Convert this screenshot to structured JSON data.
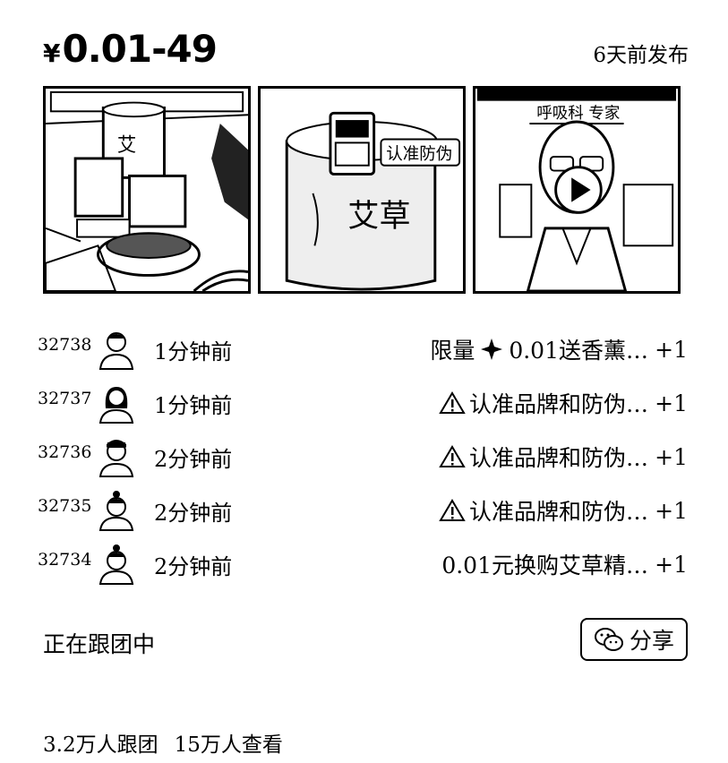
{
  "price": {
    "currency": "¥",
    "range": "0.01-49"
  },
  "posted": "6天前发布",
  "thumbnails": [
    {
      "name": "product-photo-1"
    },
    {
      "name": "product-photo-2",
      "badge": "认准防伪",
      "jar_text": "艾草"
    },
    {
      "name": "video-thumb",
      "has_play": true,
      "caption": "呼吸科 专家"
    }
  ],
  "orders": [
    {
      "num": "32738",
      "time": "1分钟前",
      "desc": "0.01送香薰…",
      "prefix": "限量",
      "icon": "sparkle-icon",
      "plus": "+1"
    },
    {
      "num": "32737",
      "time": "1分钟前",
      "desc": "认准品牌和防伪…",
      "prefix": "",
      "icon": "warning-icon",
      "plus": "+1"
    },
    {
      "num": "32736",
      "time": "2分钟前",
      "desc": "认准品牌和防伪…",
      "prefix": "",
      "icon": "warning-icon",
      "plus": "+1"
    },
    {
      "num": "32735",
      "time": "2分钟前",
      "desc": "认准品牌和防伪…",
      "prefix": "",
      "icon": "warning-icon",
      "plus": "+1"
    },
    {
      "num": "32734",
      "time": "2分钟前",
      "desc": "0.01元换购艾草精…",
      "prefix": "",
      "icon": "",
      "plus": "+1"
    }
  ],
  "status": "正在跟团中",
  "share_label": "分享",
  "stats": {
    "followers": "3.2万人跟团",
    "views": "15万人查看"
  }
}
